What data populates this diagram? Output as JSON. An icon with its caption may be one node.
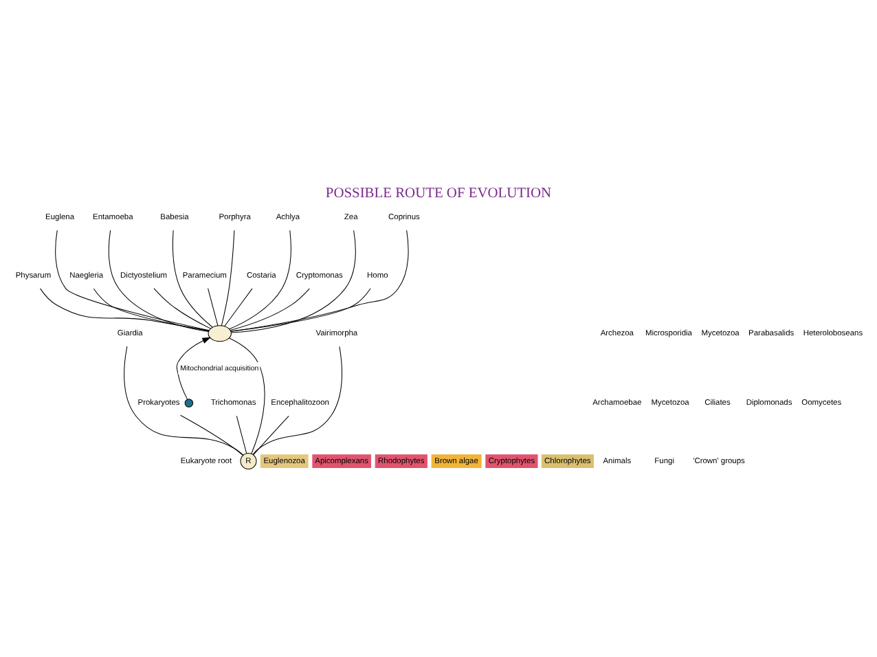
{
  "diagram": {
    "title": "POSSIBLE ROUTE OF EVOLUTION",
    "nodes": [
      {
        "text": [
          "R"
        ],
        "beside": [
          "Eukaryote root"
        ]
      },
      {
        "text": [],
        "shape": "ellipse"
      },
      {
        "text": [],
        "shape": "circle"
      },
      {
        "text": [
          "Prokaryotes"
        ]
      },
      {
        "text": [
          "Giardia"
        ]
      },
      {
        "text": [
          "Trichomonas"
        ]
      },
      {
        "text": [
          "Vairimorpha"
        ]
      },
      {
        "text": [
          "Encephalitozoon"
        ]
      },
      {
        "text": [
          "Physarum"
        ]
      },
      {
        "text": [
          "Euglena"
        ]
      },
      {
        "text": [
          "Naegleria"
        ]
      },
      {
        "text": [
          "Entamoeba"
        ]
      },
      {
        "text": [
          "Dictyostelium"
        ]
      },
      {
        "text": [
          "Babesia"
        ]
      },
      {
        "text": [
          "Paramecium"
        ]
      },
      {
        "text": [
          "Porphyra"
        ]
      },
      {
        "text": [
          "Costaria"
        ]
      },
      {
        "text": [
          "Achlya"
        ]
      },
      {
        "text": [
          "Cryptomonas"
        ]
      },
      {
        "text": [
          "Zea"
        ]
      },
      {
        "text": [
          "Homo"
        ]
      },
      {
        "text": [
          "Coprinus"
        ]
      },
      {
        "text": [
          "Euglenozoa"
        ]
      },
      {
        "text": [
          "Apicomplexans"
        ]
      },
      {
        "text": [
          "Rhodophytes"
        ]
      },
      {
        "text": [
          "Brown algae"
        ]
      },
      {
        "text": [
          "Cryptophytes"
        ]
      },
      {
        "text": [
          "Chlorophytes"
        ]
      }
    ],
    "edges": [
      {
        "from": 0,
        "to": 3,
        "arrow": "none"
      },
      {
        "from": 0,
        "to": 4,
        "arrow": "none"
      },
      {
        "from": 0,
        "to": 5,
        "arrow": "none"
      },
      {
        "from": 0,
        "to": 6,
        "arrow": "none"
      },
      {
        "from": 0,
        "to": 7,
        "arrow": "none"
      },
      {
        "from": 0,
        "to": 1,
        "arrow": "none"
      },
      {
        "from": 1,
        "to": 8,
        "arrow": "none"
      },
      {
        "from": 1,
        "to": 9,
        "arrow": "none"
      },
      {
        "from": 1,
        "to": 10,
        "arrow": "none"
      },
      {
        "from": 1,
        "to": 11,
        "arrow": "none"
      },
      {
        "from": 1,
        "to": 12,
        "arrow": "none"
      },
      {
        "from": 1,
        "to": 13,
        "arrow": "none"
      },
      {
        "from": 1,
        "to": 14,
        "arrow": "none"
      },
      {
        "from": 1,
        "to": 15,
        "arrow": "none"
      },
      {
        "from": 1,
        "to": 16,
        "arrow": "none"
      },
      {
        "from": 1,
        "to": 17,
        "arrow": "none"
      },
      {
        "from": 1,
        "to": 18,
        "arrow": "none"
      },
      {
        "from": 1,
        "to": 19,
        "arrow": "none"
      },
      {
        "from": 1,
        "to": 20,
        "arrow": "none"
      },
      {
        "from": 1,
        "to": 21,
        "arrow": "none"
      },
      {
        "from": 2,
        "to": 1,
        "arrow": "to",
        "label": "Mitochondrial acquisition"
      }
    ],
    "labels": [
      "Archezoa",
      "Microsporidia",
      "Mycetozoa",
      "Parabasalids",
      "Heteroloboseans",
      "Archamoebae",
      "Mycetozoa",
      "Ciliates",
      "Diplomonads",
      "Oomycetes",
      "Animals",
      "Fungi",
      "'Crown' groups"
    ]
  }
}
